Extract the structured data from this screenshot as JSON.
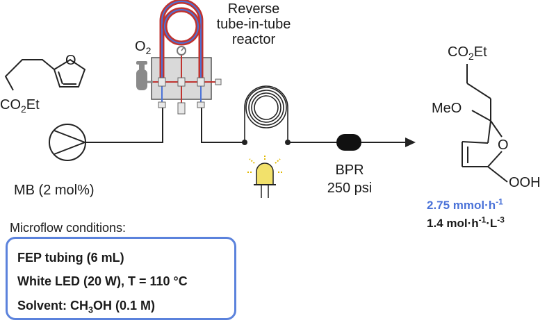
{
  "reactor": {
    "line1": "Reverse",
    "line2": "tube-in-tube",
    "line3": "reactor"
  },
  "oxygen": {
    "main": "O",
    "sub": "2"
  },
  "substrate": {
    "ester_main": "CO",
    "ester_sub": "2",
    "ester_tail": "Et",
    "ring_o": "O"
  },
  "catalyst": "MB (2 mol%)",
  "bpr": {
    "line1": "BPR",
    "line2": "250 psi"
  },
  "product": {
    "ester_main": "CO",
    "ester_sub": "2",
    "ester_tail": "Et",
    "meo": "MeO",
    "ring_o": "O",
    "ooh": "OOH"
  },
  "yield": {
    "productivity_main": "2.75 mmol·h",
    "productivity_sup": "-1",
    "stp_a": "1.4 mol·h",
    "stp_sup1": "-1",
    "stp_b": "·L",
    "stp_sup2": "-3"
  },
  "conditions": {
    "heading": "Microflow conditions:",
    "tubing": "FEP tubing (6 mL)",
    "led": "White LED (20 W), T = 110 °C",
    "solvent_a": "Solvent: CH",
    "solvent_sub": "3",
    "solvent_b": "OH (0.1 M)"
  },
  "colors": {
    "outer_tube": "#c0332f",
    "inner_tube": "#4a72d8",
    "frame": "#d9d9d9",
    "accent_blue": "#4a72d8",
    "led_yellow": "#f2e16b"
  }
}
